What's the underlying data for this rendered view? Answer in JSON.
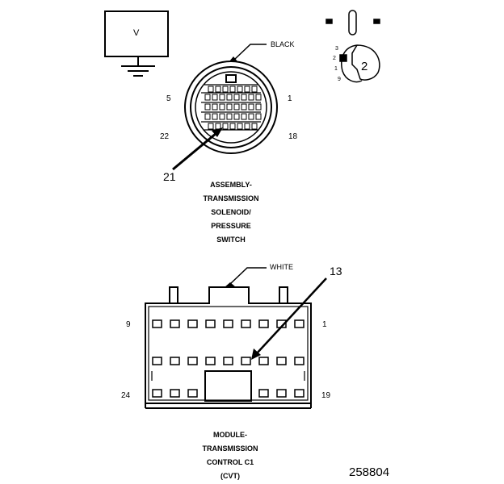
{
  "voltmeter": {
    "label": "V"
  },
  "inset": {
    "pin_3": "3",
    "pin_2": "2",
    "pin_1": "1",
    "pin_9": "9",
    "callout": "2"
  },
  "solenoid_connector": {
    "color_label": "BLACK",
    "pin_5": "5",
    "pin_1": "1",
    "pin_22": "22",
    "pin_18": "18",
    "callout": "21",
    "title_lines": [
      "ASSEMBLY-",
      "TRANSMISSION",
      "SOLENOID/",
      "PRESSURE",
      "SWITCH"
    ]
  },
  "module_connector": {
    "color_label": "WHITE",
    "callout": "13",
    "pin_9": "9",
    "pin_1": "1",
    "pin_24": "24",
    "pin_19": "19",
    "title_lines": [
      "MODULE-",
      "TRANSMISSION",
      "CONTROL C1",
      "(CVT)"
    ]
  },
  "figure_number": "258804"
}
